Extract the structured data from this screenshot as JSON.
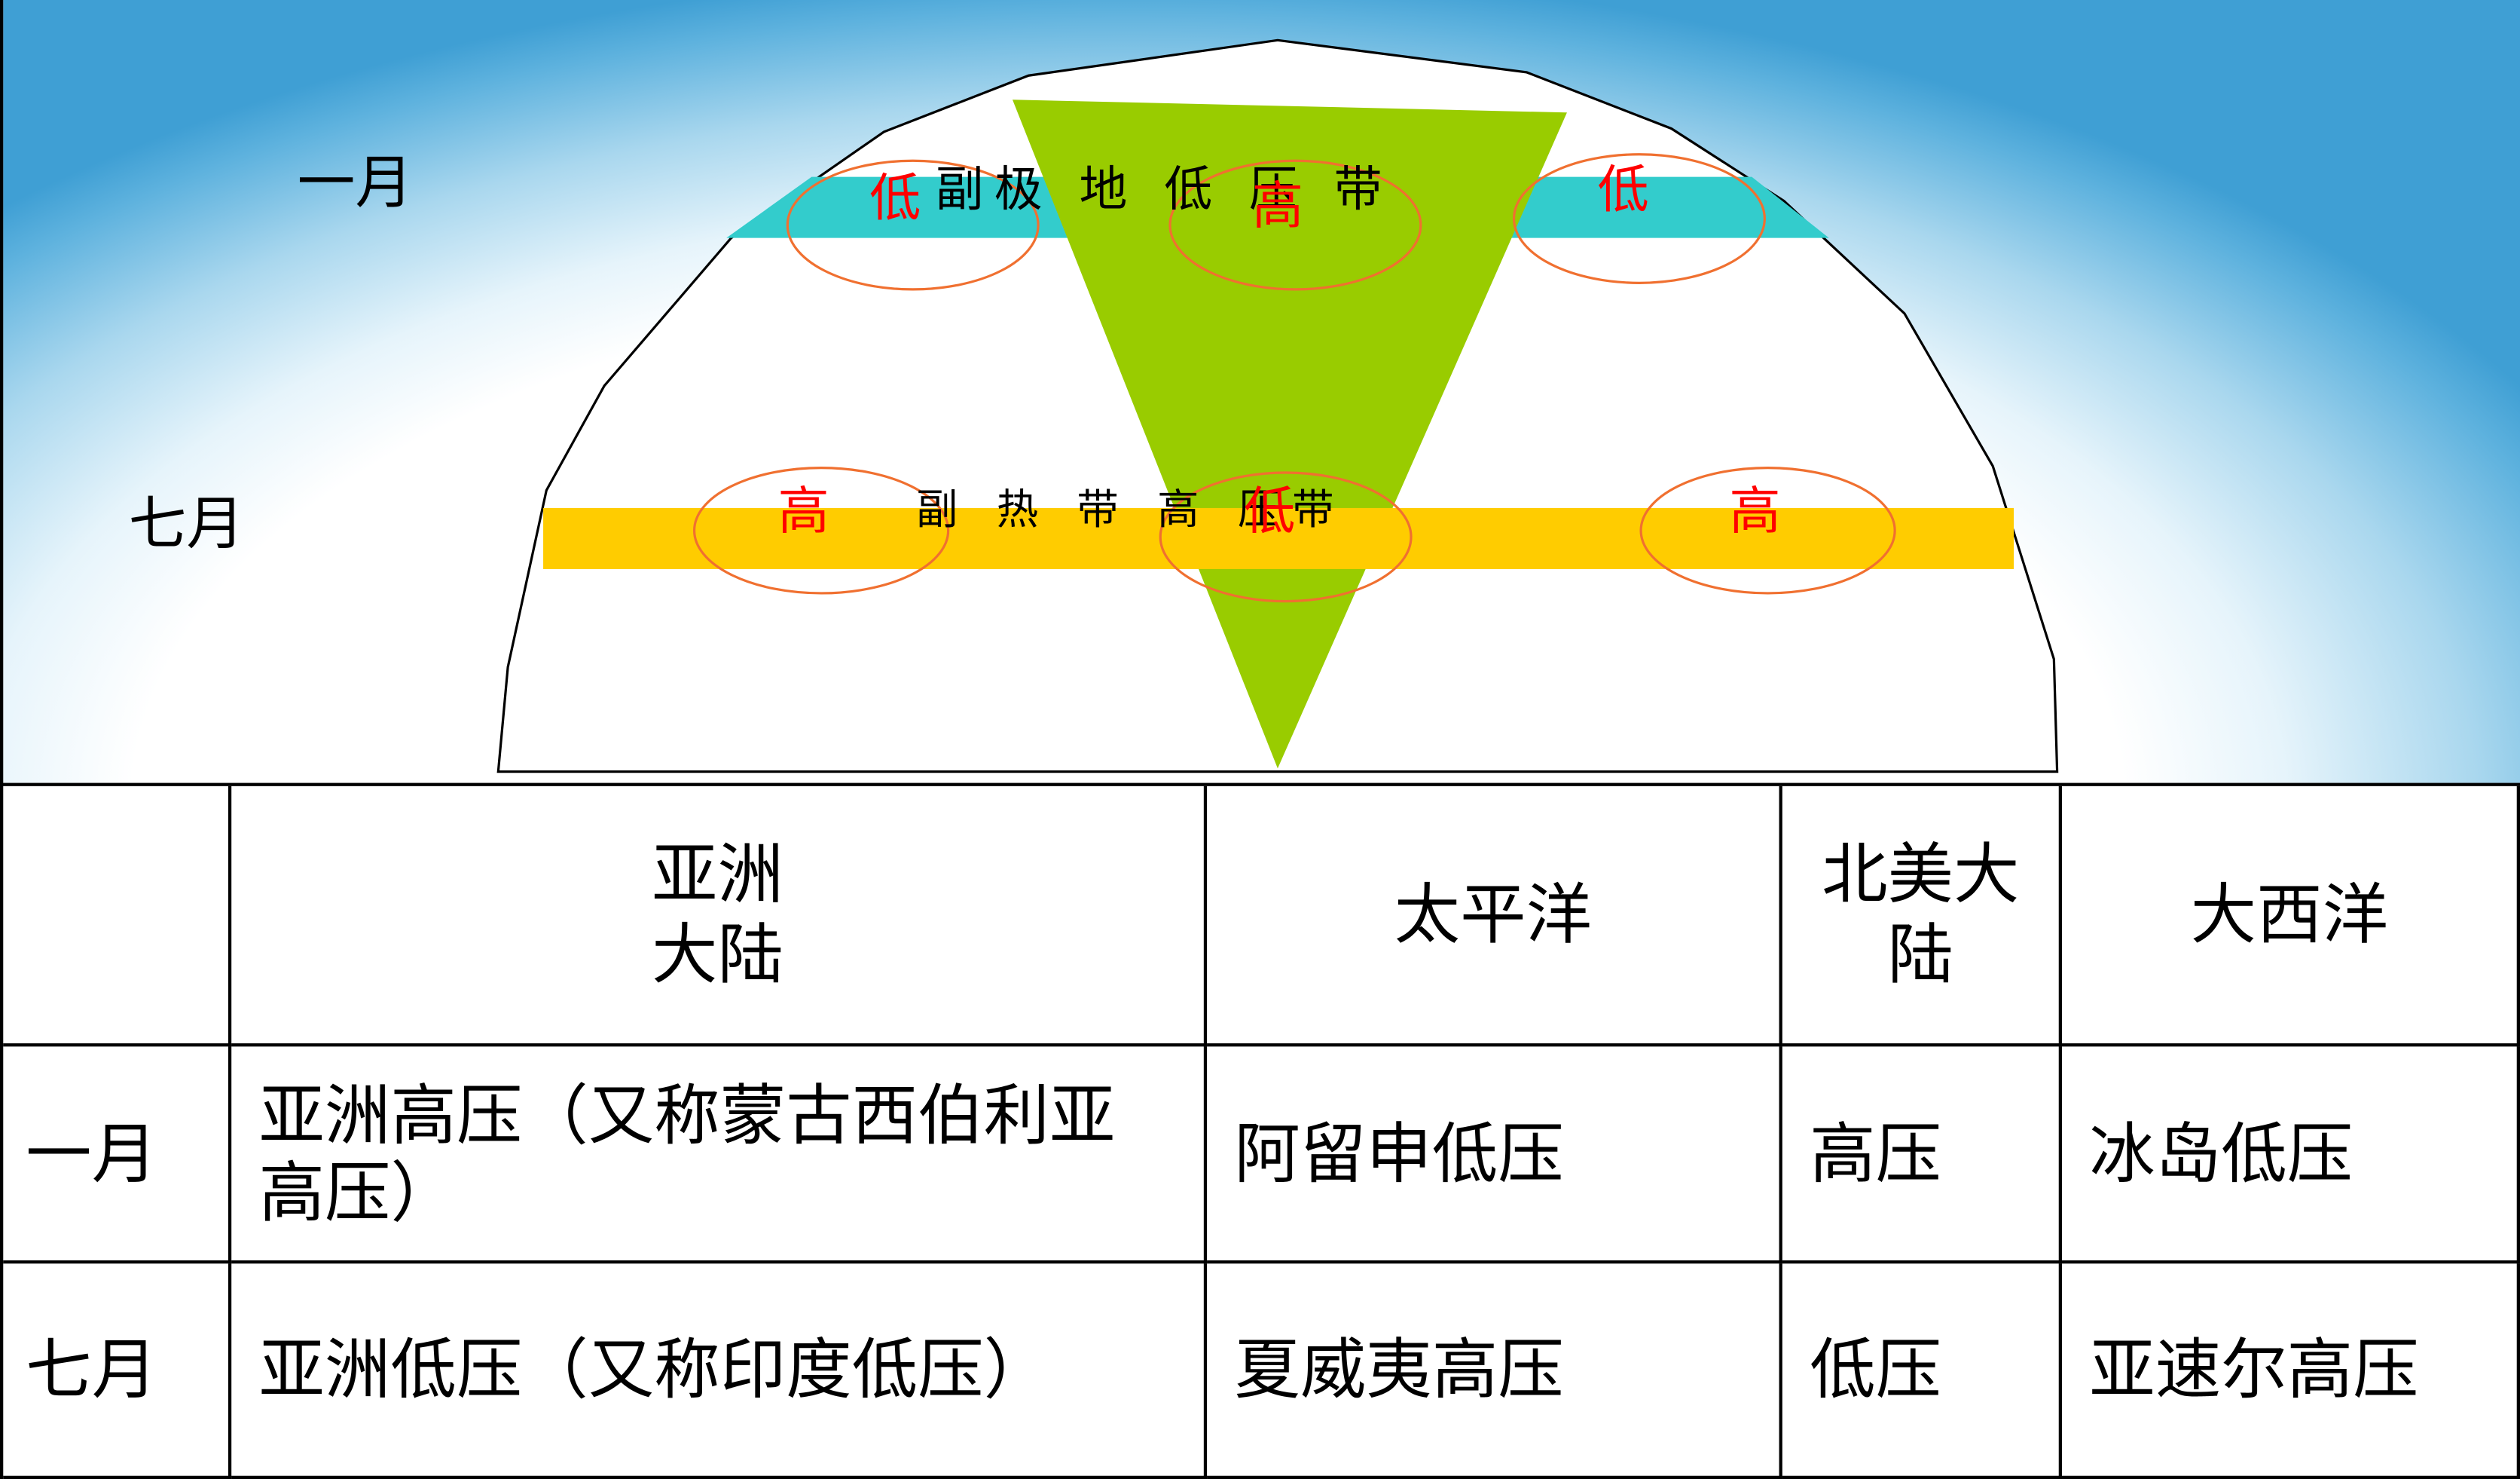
{
  "diagram": {
    "month_labels": {
      "january": "一月",
      "july": "七月"
    },
    "subpolar_belt": {
      "label": "副极 地 低 压 带",
      "color": "#33CCCC"
    },
    "subtropical_belt": {
      "label": "副 热 带 高 压带",
      "color": "#FFCC00"
    },
    "triangle_color": "#99CC00",
    "outline_color": "#000000",
    "ellipse_color": "#F07030",
    "center_label_color": "#FF0000",
    "january_centers": [
      "低",
      "高",
      "低"
    ],
    "july_centers": [
      "高",
      "低",
      "高"
    ]
  },
  "table": {
    "headers": [
      "亚洲\n大陆",
      "太平洋",
      "北美大\n陆",
      "大西洋"
    ],
    "rows": [
      {
        "month": "一月",
        "cells": [
          "亚洲高压（又称蒙古西伯利亚高压）",
          "阿留申低压",
          "高压",
          "冰岛低压"
        ]
      },
      {
        "month": "七月",
        "cells": [
          "亚洲低压（又称印度低压）",
          "夏威夷高压",
          "低压",
          "亚速尔高压"
        ]
      }
    ]
  }
}
